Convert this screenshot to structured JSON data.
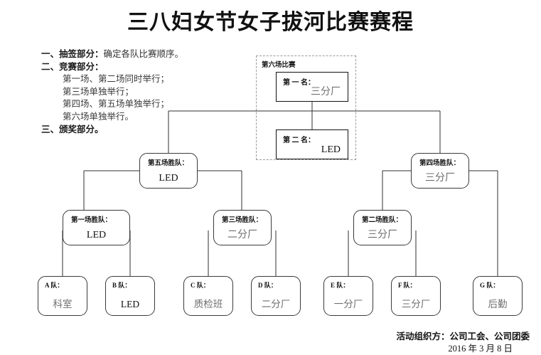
{
  "title": "三八妇女节女子拔河比赛赛程",
  "notes": [
    {
      "head": "一、抽签部分：",
      "body": "确定各队比赛顺序。",
      "indent": false
    },
    {
      "head": "二、竞赛部分：",
      "body": "",
      "indent": false
    },
    {
      "head": "",
      "body": "第一场、第二场同时举行；",
      "indent": true
    },
    {
      "head": "",
      "body": "第三场单独举行；",
      "indent": true
    },
    {
      "head": "",
      "body": "第四场、第五场单独举行；",
      "indent": true
    },
    {
      "head": "",
      "body": "第六场单独举行。",
      "indent": true
    },
    {
      "head": "三、颁奖部分。",
      "body": "",
      "indent": false
    }
  ],
  "final_group": {
    "label": "第六场比赛",
    "first": {
      "rank": "第 一 名：",
      "team": "三分厂"
    },
    "second": {
      "rank": "第 二 名：",
      "team": "LED"
    }
  },
  "rounds": {
    "semifinals": [
      {
        "label": "第五场胜队：",
        "team": "LED"
      },
      {
        "label": "第四场胜队：",
        "team": "三分厂"
      }
    ],
    "quarterfinals": [
      {
        "label": "第一场胜队：",
        "team": "LED"
      },
      {
        "label": "第三场胜队：",
        "team": "二分厂"
      },
      {
        "label": "第二场胜队：",
        "team": "三分厂"
      }
    ],
    "teams": [
      {
        "label": "A 队：",
        "team": "科室"
      },
      {
        "label": "B 队：",
        "team": "LED"
      },
      {
        "label": "C 队：",
        "team": "质检班"
      },
      {
        "label": "D 队：",
        "team": "二分厂"
      },
      {
        "label": "E 队：",
        "team": "一分厂"
      },
      {
        "label": "F 队：",
        "team": "三分厂"
      },
      {
        "label": "G 队：",
        "team": "后勤"
      }
    ]
  },
  "footer": {
    "organizer": "活动组织方：公司工会、公司团委",
    "date": "2016 年 3 月 8 日"
  },
  "colors": {
    "ink": "#111111",
    "line": "#3a3a3a",
    "muted_team": "#6e6e6e",
    "dashed_group": "#999999"
  }
}
